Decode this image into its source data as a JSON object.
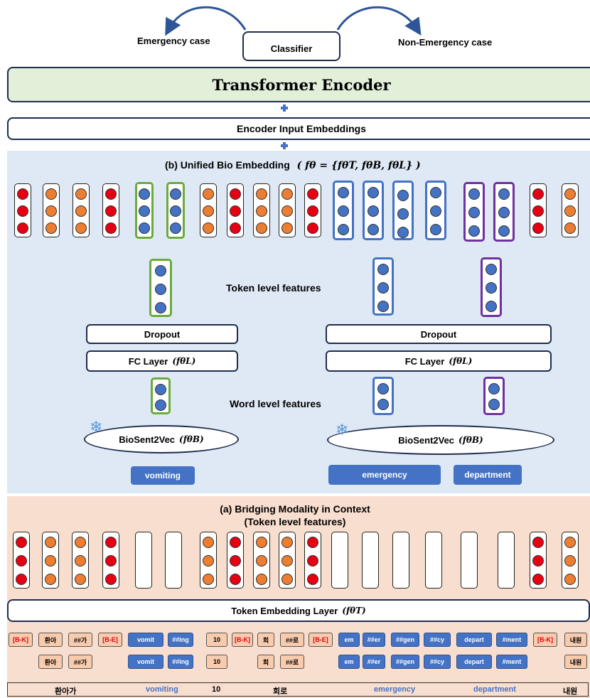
{
  "top": {
    "emergency_label": "Emergency case",
    "classifier_label": "Classifier",
    "non_emergency_label": "Non-Emergency case",
    "transformer_label": "Transformer Encoder",
    "encoder_input_label": "Encoder Input Embeddings"
  },
  "panel_b": {
    "title": "(b)  Unified Bio Embedding",
    "formula": "( fθ = {fθT, fθB, fθL} )",
    "token_level_label": "Token level features",
    "word_level_label": "Word level features",
    "dropout_label": "Dropout",
    "fc_label": "FC Layer",
    "fc_formula": "(fθL)",
    "biosent_label": "BioSent2Vec",
    "biosent_formula": "(fθB)",
    "words": [
      "vomiting",
      "emergency",
      "department"
    ]
  },
  "panel_a": {
    "title_line1": "(a)  Bridging Modality in Context",
    "title_line2": "(Token level features)",
    "token_embedding_label": "Token Embedding Layer",
    "token_embedding_formula": "(fθT)"
  },
  "tokens_row1": [
    "[B-K]",
    "환아",
    "##가",
    "[B-E]",
    "vomit",
    "##ing",
    "10",
    "[B-K]",
    "회",
    "##로",
    "[B-E]",
    "em",
    "##er",
    "##gen",
    "##cy",
    "depart",
    "#ment",
    "[B-K]",
    "내원"
  ],
  "tokens_row2": [
    "환아",
    "##가",
    "vomit",
    "##ing",
    "10",
    "회",
    "##로",
    "em",
    "##er",
    "##gen",
    "##cy",
    "depart",
    "#ment",
    "내원"
  ],
  "bottom_words": [
    "환아가",
    "vomiting",
    "10",
    "회로",
    "emergency",
    "department",
    "내원"
  ],
  "colors": {
    "red": "#e60012",
    "orange": "#ed7d31",
    "blue": "#4472c4",
    "green": "#6aab3b",
    "purple": "#7030a0"
  }
}
